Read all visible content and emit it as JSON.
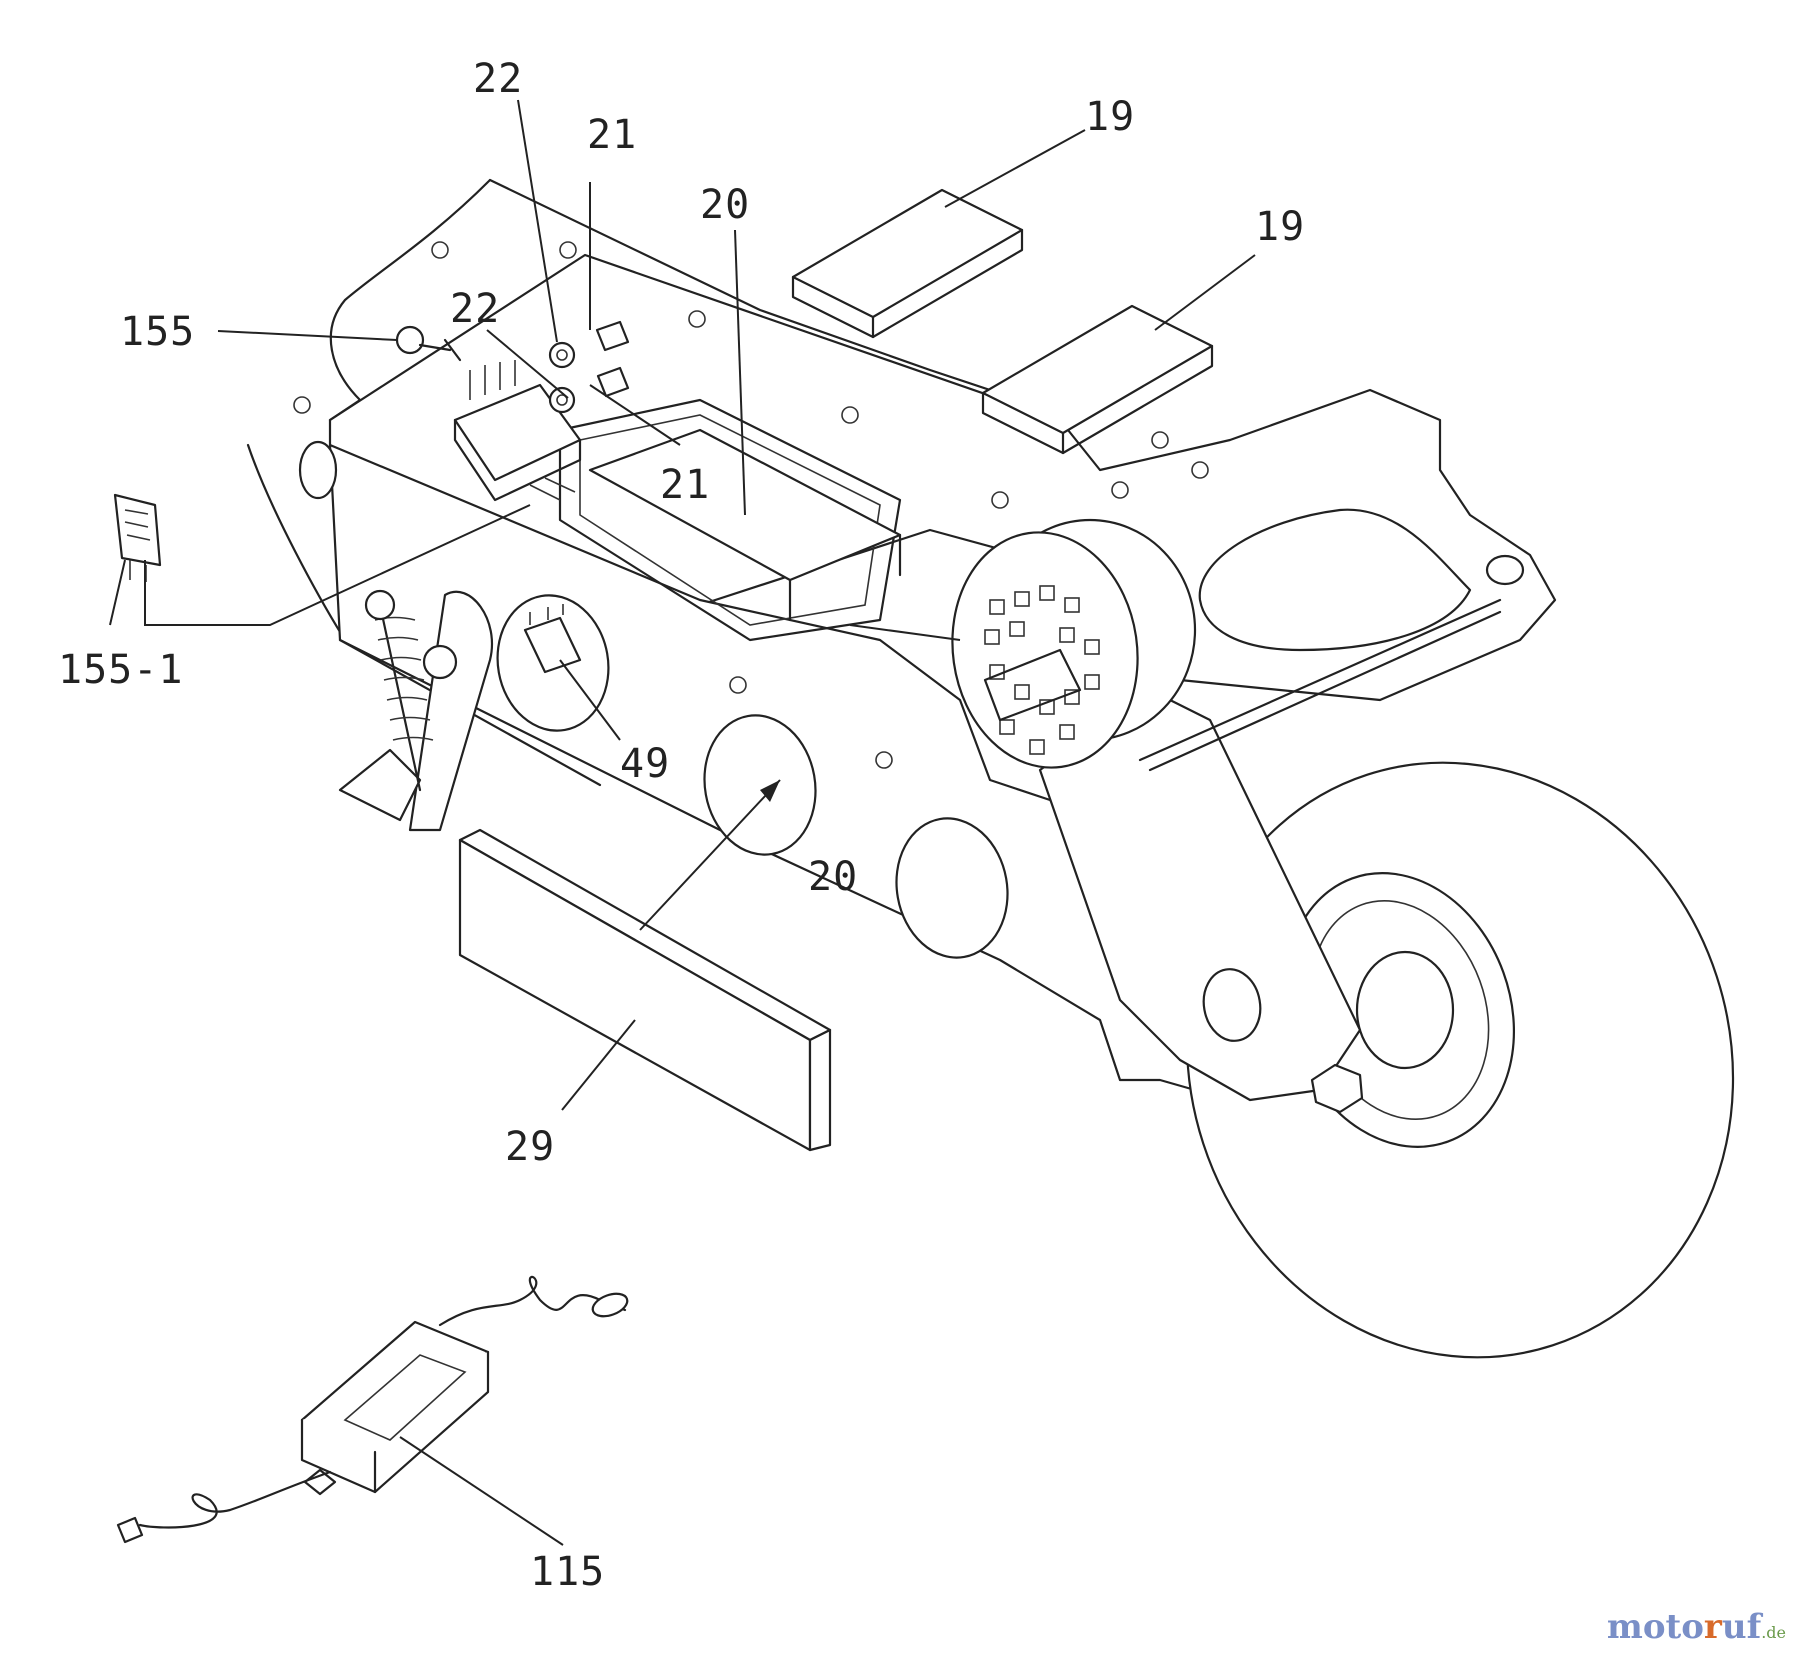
{
  "labels": {
    "p19a": "19",
    "p19b": "19",
    "p20a": "20",
    "p20b": "20",
    "p21a": "21",
    "p21b": "21",
    "p22a": "22",
    "p22b": "22",
    "p155": "155",
    "p155_1": "155-1",
    "p49": "49",
    "p29": "29",
    "p115": "115"
  },
  "watermark": {
    "part1": "moto",
    "part2": "r",
    "part3": "uf",
    "suffix": ".de"
  }
}
